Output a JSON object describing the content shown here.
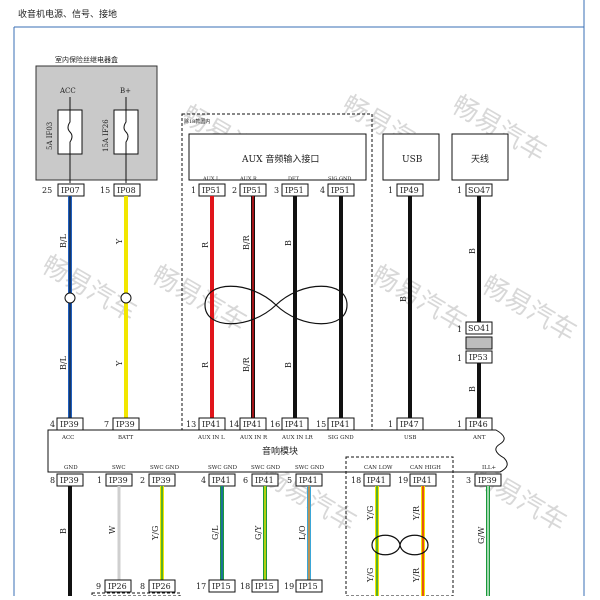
{
  "page_title": "收音机电源、信号、接地",
  "fuse_box": {
    "title": "室内保险丝继电器盒",
    "fuses": [
      {
        "terminal": "ACC",
        "label": "5A IF03",
        "pin": "25",
        "connector": "IP07"
      },
      {
        "terminal": "B+",
        "label": "15A IF26",
        "pin": "15",
        "connector": "IP08"
      }
    ]
  },
  "dashed_group_top": {
    "note": "除18款国内"
  },
  "aux_box": {
    "title": "AUX 音频输入接口",
    "terminals": [
      {
        "name": "AUX L",
        "pin": "1",
        "connector": "IP51",
        "code": "R"
      },
      {
        "name": "AUX R",
        "pin": "2",
        "connector": "IP51",
        "code": "B/R"
      },
      {
        "name": "DET",
        "pin": "3",
        "connector": "IP51",
        "code": "B"
      },
      {
        "name": "SIG GND",
        "pin": "4",
        "connector": "IP51",
        "code": ""
      }
    ]
  },
  "usb_box": {
    "title": "USB",
    "pin": "1",
    "connector": "IP49",
    "code": "B"
  },
  "antenna_box": {
    "title": "天线",
    "pin": "1",
    "connector": "SO47",
    "code_upper": "B",
    "code_lower": "B",
    "inline": [
      {
        "pin": "1",
        "connector": "SO41"
      },
      {
        "pin": "1",
        "connector": "IP53"
      }
    ]
  },
  "left_wires": [
    {
      "code": "B/L",
      "code2": "B/L"
    },
    {
      "code": "Y",
      "code2": "Y"
    }
  ],
  "aux_wire_codes_lower": [
    "R",
    "B/R",
    "B"
  ],
  "audio_module": {
    "title": "音响模块",
    "top_pins": [
      {
        "pin": "4",
        "connector": "IP39",
        "name": "ACC"
      },
      {
        "pin": "7",
        "connector": "IP39",
        "name": "BATT"
      },
      {
        "pin": "13",
        "connector": "IP41",
        "name": "AUX IN L"
      },
      {
        "pin": "14",
        "connector": "IP41",
        "name": "AUX IN R"
      },
      {
        "pin": "16",
        "connector": "IP41",
        "name": "AUX IN LR"
      },
      {
        "pin": "15",
        "connector": "IP41",
        "name": "SIG GND"
      },
      {
        "pin": "1",
        "connector": "IP47",
        "name": "USB"
      },
      {
        "pin": "1",
        "connector": "IP46",
        "name": "ANT"
      }
    ],
    "bottom_pins": [
      {
        "pin": "8",
        "connector": "IP39",
        "name": "GND"
      },
      {
        "pin": "1",
        "connector": "IP39",
        "name": "SWC"
      },
      {
        "pin": "2",
        "connector": "IP39",
        "name": "SWC GND"
      },
      {
        "pin": "4",
        "connector": "IP41",
        "name": "SWC GND"
      },
      {
        "pin": "6",
        "connector": "IP41",
        "name": "SWC GND"
      },
      {
        "pin": "5",
        "connector": "IP41",
        "name": "SWC GND"
      },
      {
        "pin": "18",
        "connector": "IP41",
        "name": "CAN LOW"
      },
      {
        "pin": "19",
        "connector": "IP41",
        "name": "CAN HIGH"
      },
      {
        "pin": "3",
        "connector": "IP39",
        "name": "ILL+"
      }
    ]
  },
  "bottom_wire_codes": [
    "B",
    "W",
    "Y/G",
    "G/L",
    "G/Y",
    "L/O",
    "Y/G",
    "Y/R",
    "G/W"
  ],
  "bottom_wire_codes_lower": [
    "Y/G",
    "Y/R"
  ],
  "bottom_connectors": [
    {
      "pin": "9",
      "connector": "IP26"
    },
    {
      "pin": "8",
      "connector": "IP26"
    },
    {
      "pin": "17",
      "connector": "IP15"
    },
    {
      "pin": "18",
      "connector": "IP15"
    },
    {
      "pin": "19",
      "connector": "IP15"
    }
  ],
  "watermark": "畅易汽车",
  "colors": {
    "blue": "#1f5fbf",
    "yellow": "#f2e600",
    "red": "#e0151b",
    "black": "#111111",
    "white_wire": "#cfcfcf",
    "green": "#1a9a3a",
    "gray_box": "#c9c9c9"
  }
}
